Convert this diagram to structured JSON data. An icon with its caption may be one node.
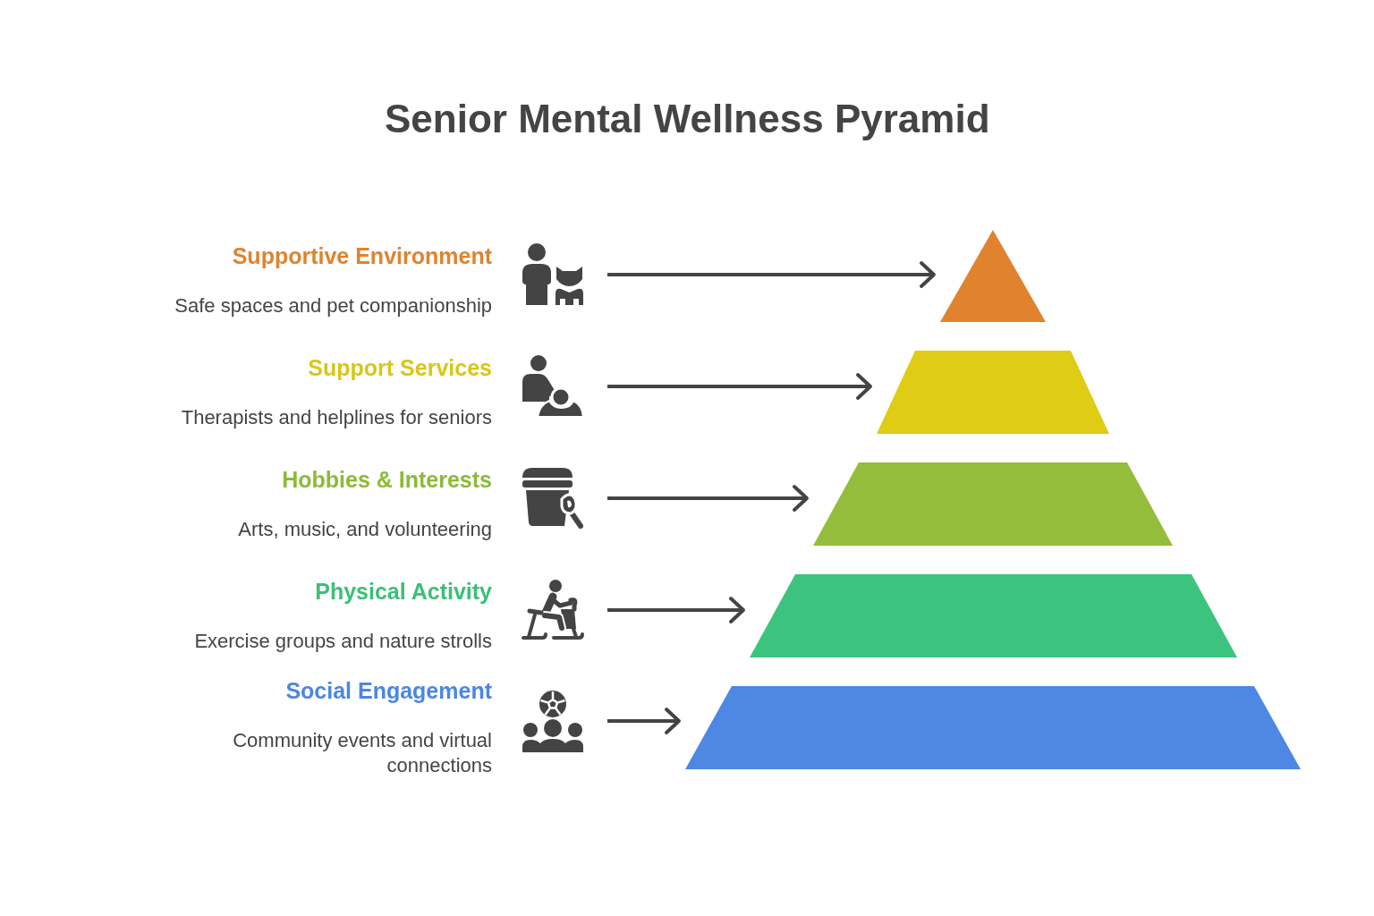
{
  "diagram": {
    "title": "Senior Mental Wellness Pyramid",
    "nodes": [
      {
        "text": [],
        "shape": "picture",
        "beside": [
          "Supportive Environment",
          "Safe spaces and pet companionship"
        ]
      },
      {
        "text": [],
        "shape": "triangle"
      },
      {
        "text": [],
        "shape": "picture",
        "beside": [
          "Support Services",
          "Therapists and helplines for seniors"
        ]
      },
      {
        "text": [],
        "shape": "trapezoid"
      },
      {
        "text": [],
        "shape": "picture",
        "beside": [
          "Hobbies & Interests",
          "Arts, music, and volunteering"
        ]
      },
      {
        "text": [],
        "shape": "trapezoid"
      },
      {
        "text": [],
        "shape": "picture",
        "beside": [
          "Physical Activity",
          "Exercise groups and nature strolls"
        ]
      },
      {
        "text": [],
        "shape": "trapezoid"
      },
      {
        "text": [],
        "shape": "picture",
        "beside": [
          "Social Engagement",
          "Community events and virtual connections"
        ]
      },
      {
        "text": [],
        "shape": "trapezoid"
      }
    ],
    "edges": [
      {
        "from": 0,
        "to": 1,
        "arrow": "to"
      },
      {
        "from": 2,
        "to": 3,
        "arrow": "to"
      },
      {
        "from": 4,
        "to": 5,
        "arrow": "to"
      },
      {
        "from": 6,
        "to": 7,
        "arrow": "to"
      },
      {
        "from": 8,
        "to": 9,
        "arrow": "to"
      }
    ]
  }
}
